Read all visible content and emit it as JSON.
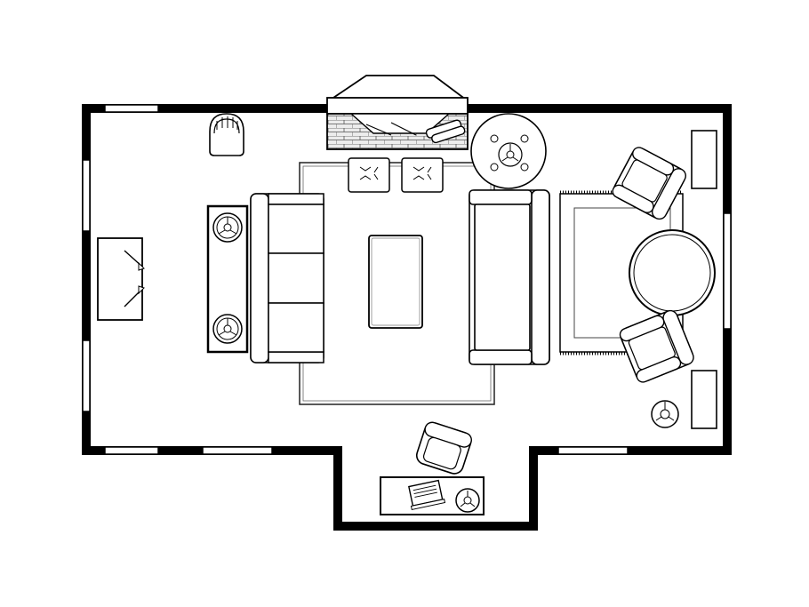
{
  "floor_plan": {
    "kind": "living room furniture layout",
    "colors": {
      "wall": "#000000",
      "line": "#1a1a1a",
      "fill": "#ffffff",
      "window": "#ffffff",
      "brick": "#e6e6e6"
    },
    "furniture": [
      "fireplace",
      "hearth-logs",
      "side-chair",
      "console-table",
      "sofa-table",
      "table-lamp-left-top",
      "table-lamp-left-bottom",
      "three-seat-sofa",
      "area-rug",
      "coffee-table",
      "ottoman-left",
      "ottoman-right",
      "loveseat",
      "round-side-table",
      "accent-rug",
      "armchair-top",
      "armchair-bottom",
      "round-table",
      "bookcase-top",
      "bookcase-bottom",
      "floor-lamp",
      "desk",
      "desk-chair",
      "laptop"
    ]
  }
}
